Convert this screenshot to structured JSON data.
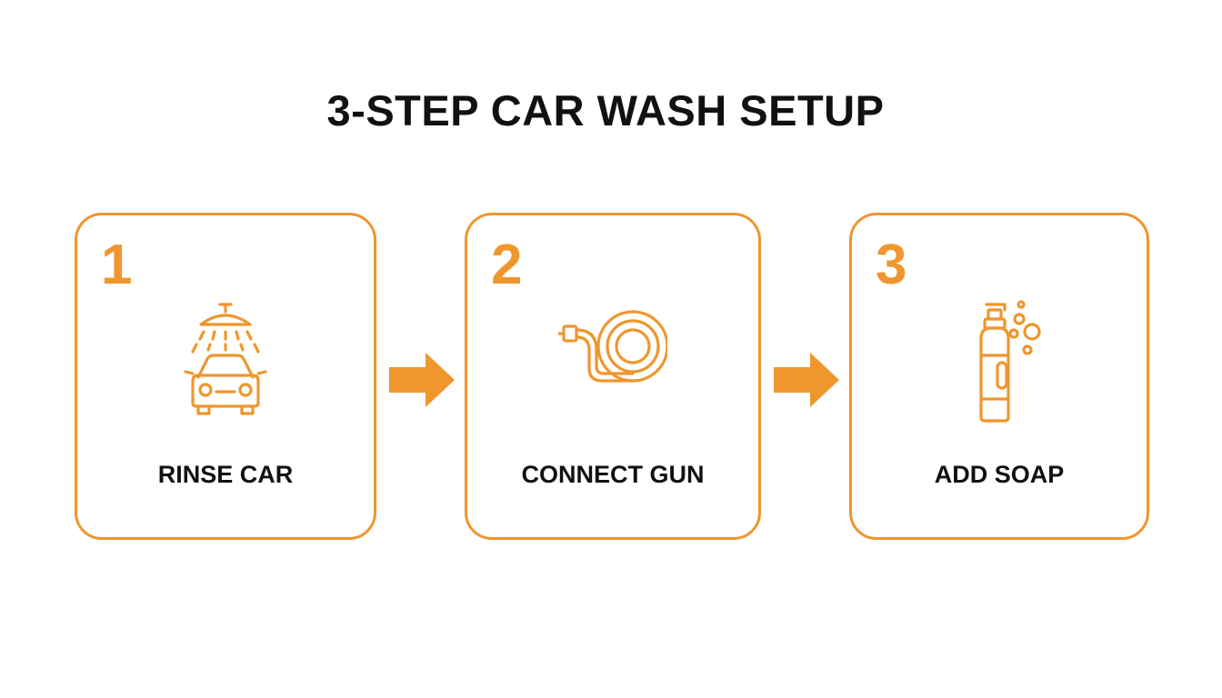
{
  "title": "3-STEP CAR WASH SETUP",
  "colors": {
    "accent": "#ef962e",
    "text": "#111111",
    "background": "#ffffff"
  },
  "steps": [
    {
      "number": "1",
      "label": "RINSE CAR",
      "icon": "car-shower-icon"
    },
    {
      "number": "2",
      "label": "CONNECT GUN",
      "icon": "hose-reel-icon"
    },
    {
      "number": "3",
      "label": "ADD SOAP",
      "icon": "soap-bottle-icon"
    }
  ]
}
